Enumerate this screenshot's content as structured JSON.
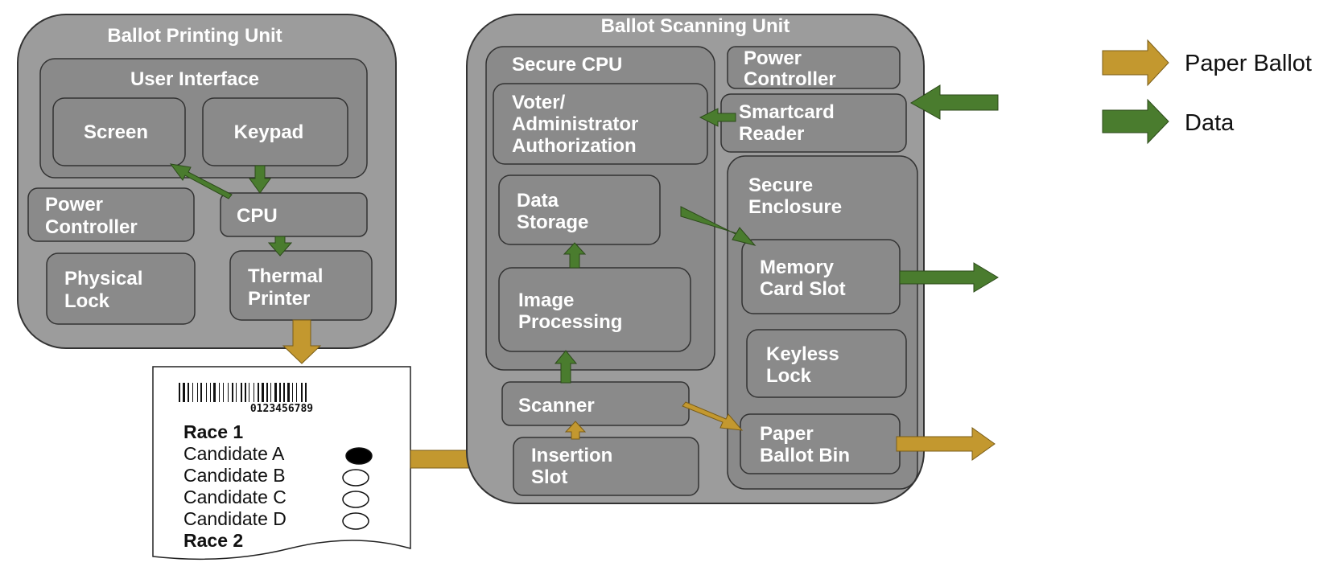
{
  "colors": {
    "paper_ballot_arrow": "#c3982f",
    "data_arrow": "#4a7c2e",
    "component_fill": "#8a8a8a",
    "unit_fill": "#9c9c9c"
  },
  "legend": {
    "paper_ballot": "Paper Ballot",
    "data": "Data"
  },
  "printing_unit": {
    "title": "Ballot Printing Unit",
    "user_interface": "User Interface",
    "screen": "Screen",
    "keypad": "Keypad",
    "power_controller": [
      "Power",
      "Controller"
    ],
    "cpu": "CPU",
    "physical_lock": [
      "Physical",
      "Lock"
    ],
    "thermal_printer": [
      "Thermal",
      "Printer"
    ]
  },
  "ballot": {
    "barcode_number": "0123456789",
    "race1": "Race 1",
    "candidates": [
      {
        "name": "Candidate A",
        "marked": true
      },
      {
        "name": "Candidate B",
        "marked": false
      },
      {
        "name": "Candidate C",
        "marked": false
      },
      {
        "name": "Candidate D",
        "marked": false
      }
    ],
    "race2": "Race 2"
  },
  "scanning_unit": {
    "title": "Ballot Scanning Unit",
    "secure_cpu": "Secure CPU",
    "authorization": [
      "Voter/",
      "Administrator",
      "Authorization"
    ],
    "data_storage": [
      "Data",
      "Storage"
    ],
    "image_processing": [
      "Image",
      "Processing"
    ],
    "scanner": "Scanner",
    "insertion_slot": [
      "Insertion",
      "Slot"
    ],
    "power_controller": [
      "Power",
      "Controller"
    ],
    "smartcard_reader": [
      "Smartcard",
      "Reader"
    ],
    "secure_enclosure": [
      "Secure",
      "Enclosure"
    ],
    "memory_card_slot": [
      "Memory",
      "Card Slot"
    ],
    "keyless_lock": [
      "Keyless",
      "Lock"
    ],
    "paper_ballot_bin": [
      "Paper",
      "Ballot Bin"
    ]
  }
}
